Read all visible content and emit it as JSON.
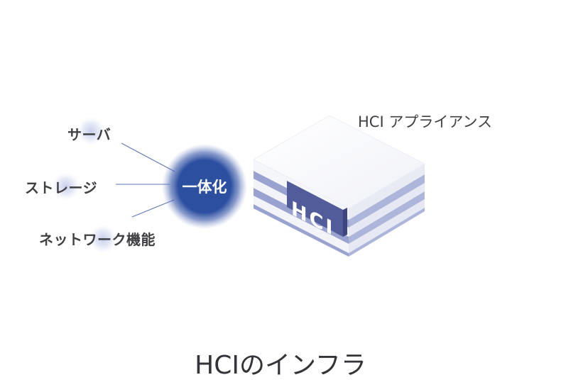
{
  "caption": "HCIのインフラ",
  "hub": {
    "label": "一体化"
  },
  "sources": [
    {
      "label": "サーバ"
    },
    {
      "label": "ストレージ"
    },
    {
      "label": "ネットワーク機能"
    }
  ],
  "appliance": {
    "label": "HCI アプライアンス",
    "badge": "HCI"
  },
  "colors": {
    "hub": "#2c4fa0",
    "line": "#5f74b6",
    "stripe": "#9aa3cf",
    "badge": "#525c9a",
    "text": "#3f3f44"
  }
}
